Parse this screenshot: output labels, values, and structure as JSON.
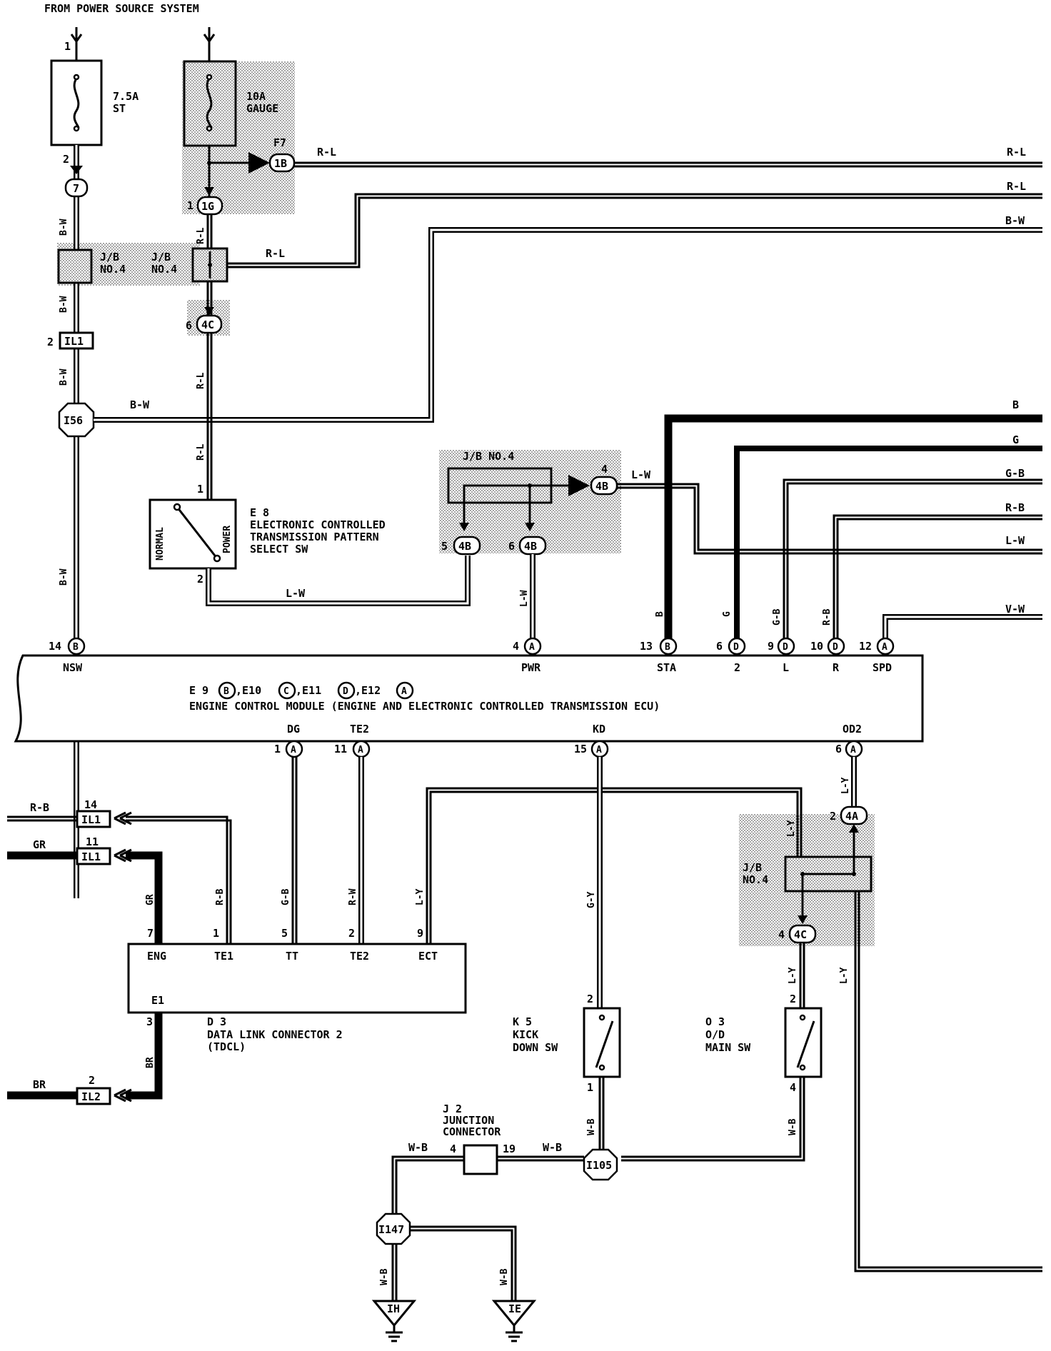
{
  "header": {
    "source": "FROM POWER SOURCE SYSTEM"
  },
  "fuses": {
    "st": {
      "rating": "7.5A",
      "name": "ST",
      "pin_in": "1",
      "pin_out": "2"
    },
    "gauge": {
      "rating": "10A",
      "name": "GAUGE",
      "pin_out": "1"
    }
  },
  "connectors": {
    "c7": "7",
    "c1g": "1G",
    "c1b": "1B",
    "c1b_ref": "F7",
    "c4c_top": "4C",
    "c4c_top_pin": "6",
    "il1_top": "IL1",
    "il1_top_pin": "2",
    "i56": "I56",
    "c4b_out": "4B",
    "c4b_out_pin": "4",
    "c4b_left": "4B",
    "c4b_left_pin": "5",
    "c4b_mid": "4B",
    "c4b_mid_pin": "6",
    "c4a": "4A",
    "c4a_pin": "2",
    "c4c_bot": "4C",
    "c4c_bot_pin": "4",
    "il1_a": "IL1",
    "il1_a_pin": "14",
    "il1_b": "IL1",
    "il1_b_pin": "11",
    "il2": "IL2",
    "il2_pin": "2",
    "i105": "I105",
    "i147": "I147",
    "ih": "IH",
    "ie": "IE"
  },
  "junction_blocks": {
    "jb_label": "J/B",
    "jb_no": "NO.4",
    "jb_full": "J/B NO.4"
  },
  "wires": {
    "rl": "R-L",
    "bw": "B-W",
    "b": "B",
    "g": "G",
    "gb": "G-B",
    "rb": "R-B",
    "lw": "L-W",
    "vw": "V-W",
    "gr": "GR",
    "br": "BR",
    "rw": "R-W",
    "ly": "L-Y",
    "gy": "G-Y",
    "wb": "W-B"
  },
  "e8": {
    "id": "E 8",
    "line1": "ELECTRONIC CONTROLLED",
    "line2": "TRANSMISSION PATTERN",
    "line3": "SELECT SW",
    "normal": "NORMAL",
    "power": "POWER",
    "pin1": "1",
    "pin2": "2"
  },
  "ecm": {
    "ids": [
      "E 9",
      "B",
      ",E10",
      "C",
      ",E11",
      "D",
      ",E12",
      "A"
    ],
    "title": "ENGINE CONTROL MODULE (ENGINE AND ELECTRONIC CONTROLLED TRANSMISSION ECU)",
    "top_pins": [
      {
        "num": "14",
        "conn": "B",
        "label": "NSW"
      },
      {
        "num": "4",
        "conn": "A",
        "label": "PWR"
      },
      {
        "num": "13",
        "conn": "B",
        "label": "STA"
      },
      {
        "num": "6",
        "conn": "D",
        "label": "2"
      },
      {
        "num": "9",
        "conn": "D",
        "label": "L"
      },
      {
        "num": "10",
        "conn": "D",
        "label": "R"
      },
      {
        "num": "12",
        "conn": "A",
        "label": "SPD"
      }
    ],
    "bottom_pins": [
      {
        "num": "1",
        "conn": "A",
        "label": "DG"
      },
      {
        "num": "11",
        "conn": "A",
        "label": "TE2"
      },
      {
        "num": "15",
        "conn": "A",
        "label": "KD"
      },
      {
        "num": "6",
        "conn": "A",
        "label": "OD2"
      }
    ]
  },
  "d3": {
    "id": "D 3",
    "line1": "DATA LINK CONNECTOR 2",
    "line2": "(TDCL)",
    "pins": [
      {
        "num": "7",
        "label": "ENG"
      },
      {
        "num": "1",
        "label": "TE1"
      },
      {
        "num": "5",
        "label": "TT"
      },
      {
        "num": "2",
        "label": "TE2"
      },
      {
        "num": "9",
        "label": "ECT"
      }
    ],
    "e1_label": "E1",
    "e1_pin": "3"
  },
  "k5": {
    "id": "K 5",
    "line1": "KICK",
    "line2": "DOWN SW",
    "pin_top": "2",
    "pin_bot": "1"
  },
  "o3": {
    "id": "O 3",
    "line1": "O/D",
    "line2": "MAIN SW",
    "pin_top": "2",
    "pin_bot": "4"
  },
  "j2": {
    "id": "J 2",
    "line1": "JUNCTION",
    "line2": "CONNECTOR",
    "pin_left": "4",
    "pin_right": "19"
  }
}
